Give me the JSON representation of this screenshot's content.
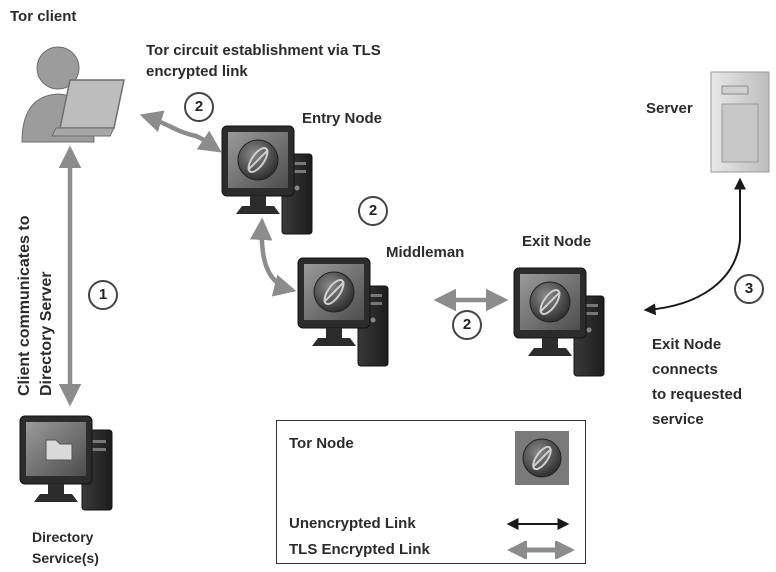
{
  "labels": {
    "tor_client": "Tor client",
    "circuit_line1": "Tor circuit establishment via TLS",
    "circuit_line2": "encrypted link",
    "entry_node": "Entry Node",
    "middleman": "Middleman",
    "exit_node": "Exit Node",
    "server": "Server",
    "exit_connect_line1": "Exit Node",
    "exit_connect_line2": "connects",
    "exit_connect_line3": "to requested",
    "exit_connect_line4": "service",
    "directory_line1": "Directory",
    "directory_line2": "Service(s)",
    "client_comm_line1": "Client communicates to",
    "client_comm_line2": "Directory  Server"
  },
  "steps": {
    "s1": "1",
    "s2a": "2",
    "s2b": "2",
    "s2c": "2",
    "s3": "3"
  },
  "legend": {
    "tor_node": "Tor Node",
    "unencrypted": "Unencrypted Link",
    "tls": "TLS Encrypted Link"
  },
  "colors": {
    "tls_link": "#8c8c8c",
    "unencrypted_link": "#1a1a1a",
    "monitor_body": "#2c2c2c",
    "screen": "#6b6b6b"
  },
  "icons": {
    "client": "user-laptop-icon",
    "tor_node": "tor-computer-icon",
    "server": "server-tower-icon",
    "directory": "computer-folder-icon"
  }
}
